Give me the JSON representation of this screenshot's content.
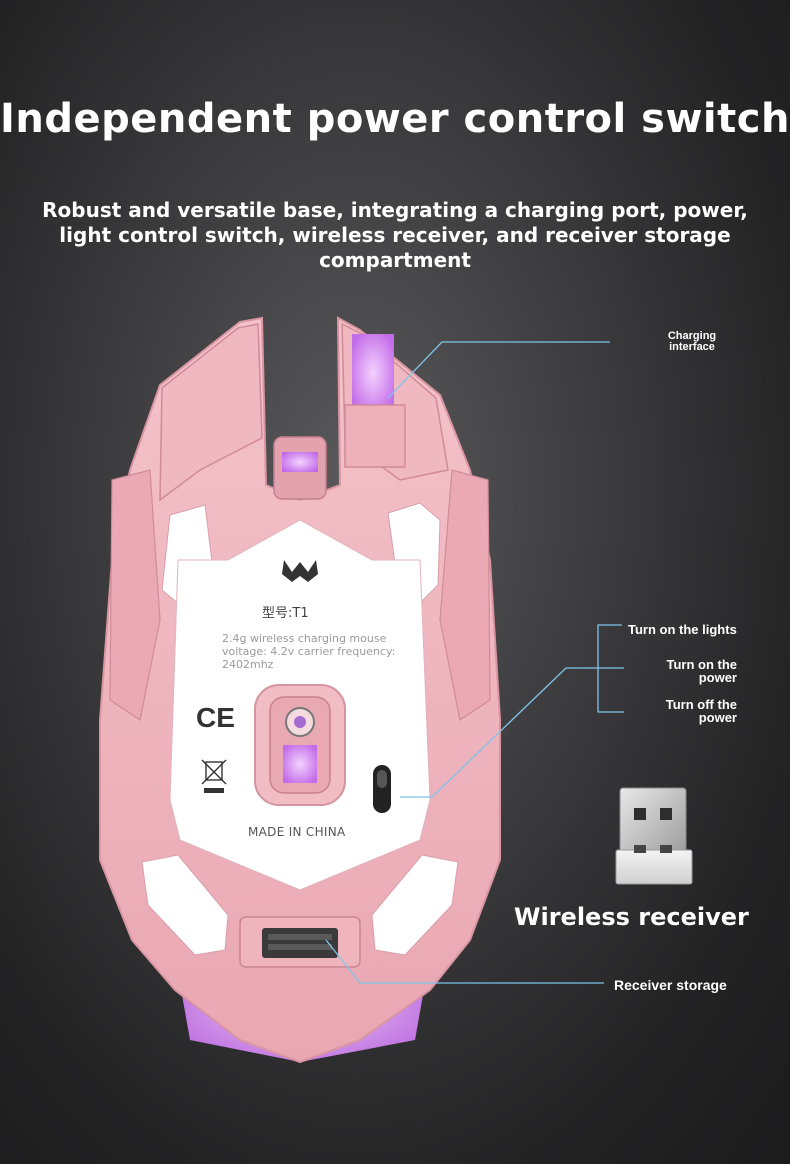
{
  "header": {
    "title": "Independent power control switch",
    "subtitle": "Robust and versatile base, integrating a charging port, power, light control switch, wireless receiver, and receiver storage compartment"
  },
  "callouts": {
    "charging": "Charging interface",
    "lights": "Turn on the lights",
    "power_on": "Turn on the power",
    "power_off": "Turn off the power",
    "storage": "Receiver storage"
  },
  "receiver": {
    "label": "Wireless receiver"
  },
  "mouse": {
    "model": "型号:T1",
    "spec": "2.4g wireless charging mouse voltage: 4.2v carrier frequency: 2402mhz",
    "ce_mark": "CE",
    "made_in": "MADE IN CHINA"
  },
  "colors": {
    "background": "#2b2b2c",
    "mouse_pink": "#f2b9c2",
    "glow": "#d68df0",
    "callout_line": "#7fc4ea"
  }
}
